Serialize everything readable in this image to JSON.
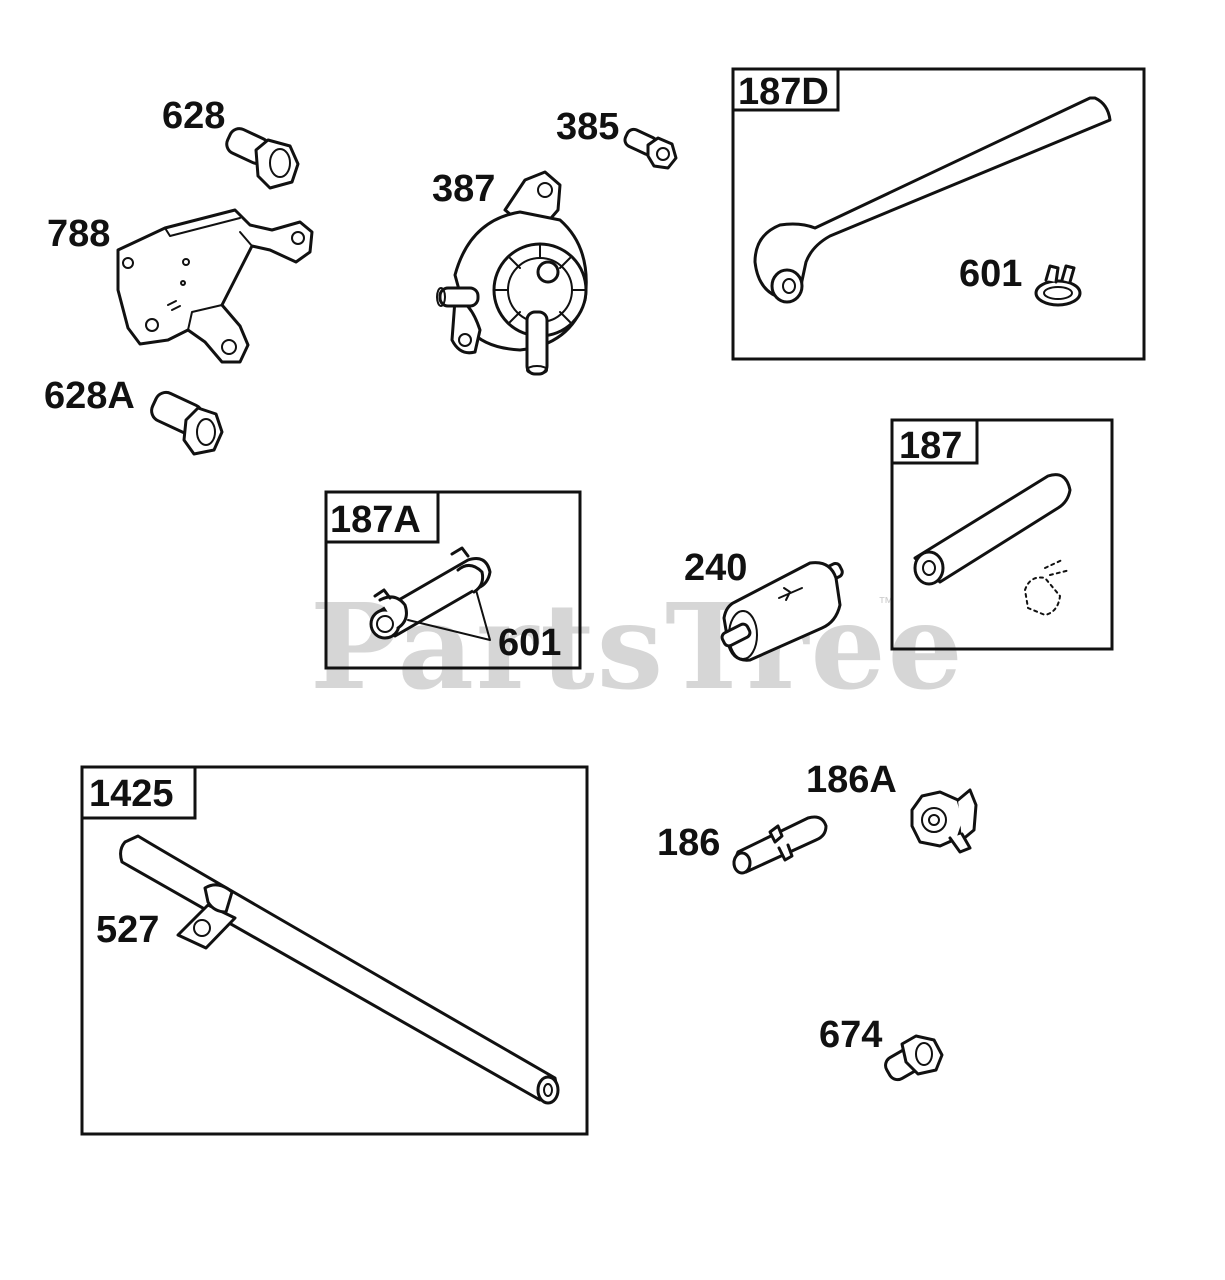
{
  "watermark": {
    "text": "PartsTree",
    "trademark": "™"
  },
  "callouts": {
    "p628": "628",
    "p788": "788",
    "p628a": "628A",
    "p387": "387",
    "p385": "385",
    "p601_hose": "601",
    "p240": "240",
    "p601_pair": "601",
    "p527": "527",
    "p186": "186",
    "p186a": "186A",
    "p674": "674"
  },
  "boxes": {
    "b187d": "187D",
    "b187": "187",
    "b187a": "187A",
    "b1425": "1425"
  }
}
